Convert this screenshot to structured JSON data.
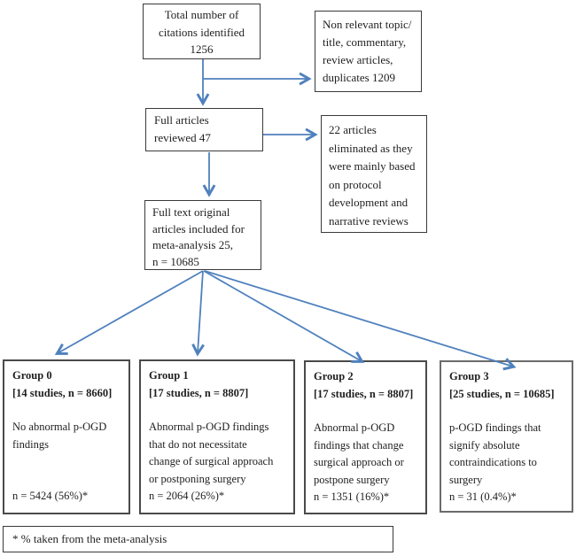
{
  "diagram": {
    "type": "study-selection-flowchart",
    "colors": {
      "arrow": "#4f81bd",
      "border": "#3a3a3a"
    },
    "boxes": {
      "total": {
        "lines": [
          "Total number of",
          "citations identified",
          "1256"
        ]
      },
      "non_relevant": {
        "lines": [
          "Non relevant topic/",
          "title, commentary,",
          "review articles,",
          "duplicates 1209"
        ]
      },
      "full_articles": {
        "lines": [
          "Full articles",
          "reviewed 47"
        ]
      },
      "eliminated": {
        "lines": [
          "22 articles",
          "eliminated as they",
          "were mainly based",
          "on protocol",
          "development and",
          "narrative reviews"
        ]
      },
      "meta": {
        "lines": [
          "Full text original",
          "articles included for",
          "meta-analysis 25,",
          "n = 10685"
        ]
      },
      "footnote": {
        "text": "* % taken from the meta-analysis"
      }
    },
    "groups": [
      {
        "header_lines": [
          "Group 0",
          "[14 studies, n = 8660]"
        ],
        "body_lines": [
          "No abnormal p-OGD",
          "findings"
        ],
        "n_line": "n = 5424 (56%)*"
      },
      {
        "header_lines": [
          "Group 1",
          "[17 studies, n = 8807]"
        ],
        "body_lines": [
          "Abnormal p-OGD findings",
          "that do not necessitate",
          "change of surgical approach",
          "or postponing surgery"
        ],
        "n_line": "n = 2064 (26%)*"
      },
      {
        "header_lines": [
          "Group 2",
          "[17 studies, n = 8807]"
        ],
        "body_lines": [
          "Abnormal p-OGD",
          "findings that change",
          "surgical approach or",
          "postpone surgery"
        ],
        "n_line": "n = 1351 (16%)*"
      },
      {
        "header_lines": [
          "Group 3",
          "[25 studies, n = 10685]"
        ],
        "body_lines": [
          "p-OGD findings that",
          "signify absolute",
          "contraindications to",
          "surgery"
        ],
        "n_line": "n = 31 (0.4%)*"
      }
    ]
  }
}
